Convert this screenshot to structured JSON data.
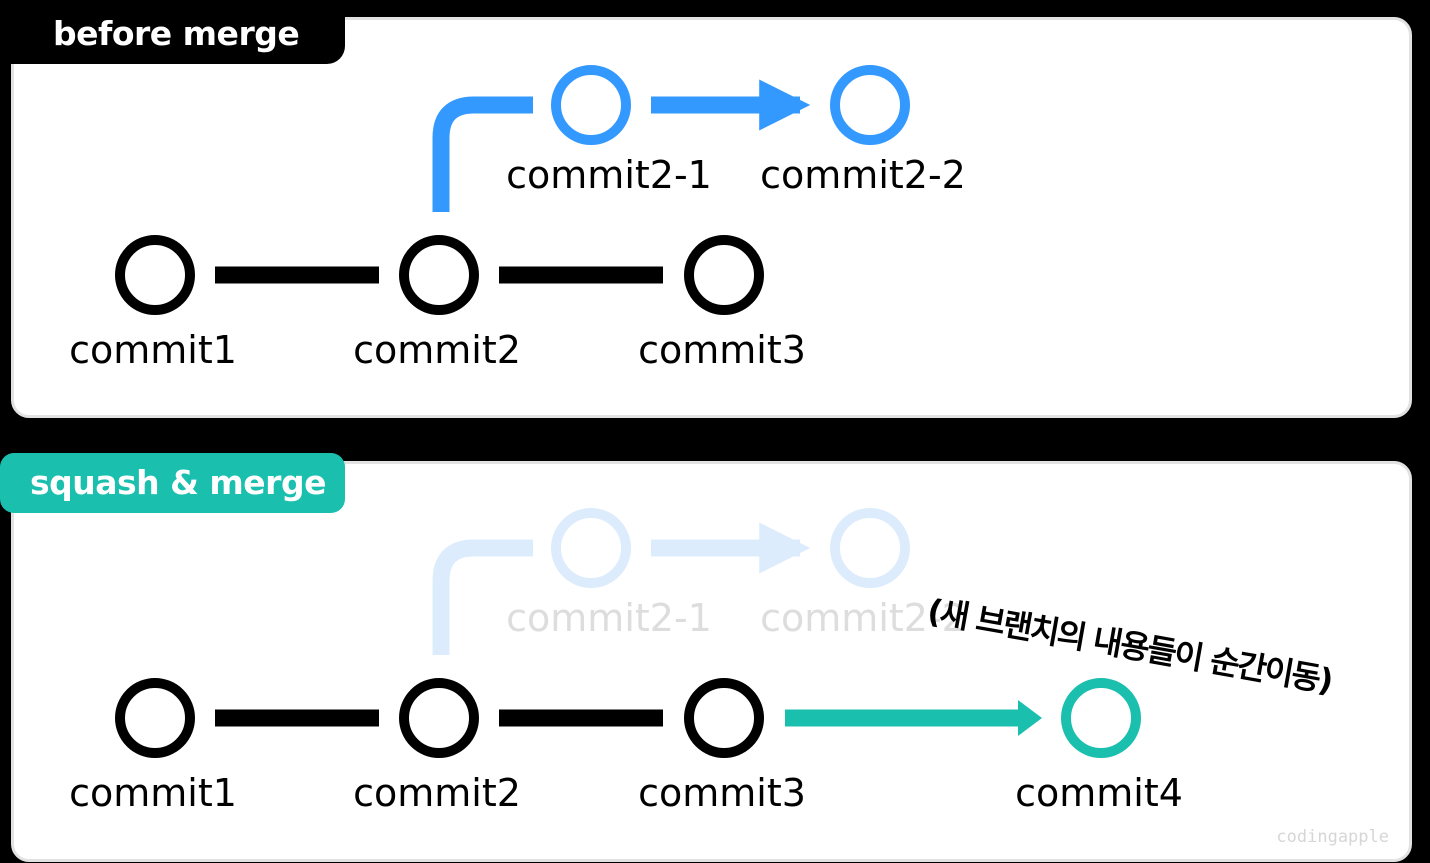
{
  "colors": {
    "main": "#000000",
    "branch": "#3399ff",
    "branch_faded": "#dcecfd",
    "faded_text": "#dddddd",
    "squash": "#1bbfae"
  },
  "sections": {
    "before": {
      "tag": "before merge",
      "main_commits": [
        "commit1",
        "commit2",
        "commit3"
      ],
      "branch_commits": [
        "commit2-1",
        "commit2-2"
      ]
    },
    "squash": {
      "tag": "squash & merge",
      "main_commits": [
        "commit1",
        "commit2",
        "commit3"
      ],
      "branch_commits": [
        "commit2-1",
        "commit2-2"
      ],
      "new_commit": "commit4",
      "note": "(새 브랜치의 내용들이 순간이동)"
    }
  },
  "watermark": "codingapple"
}
